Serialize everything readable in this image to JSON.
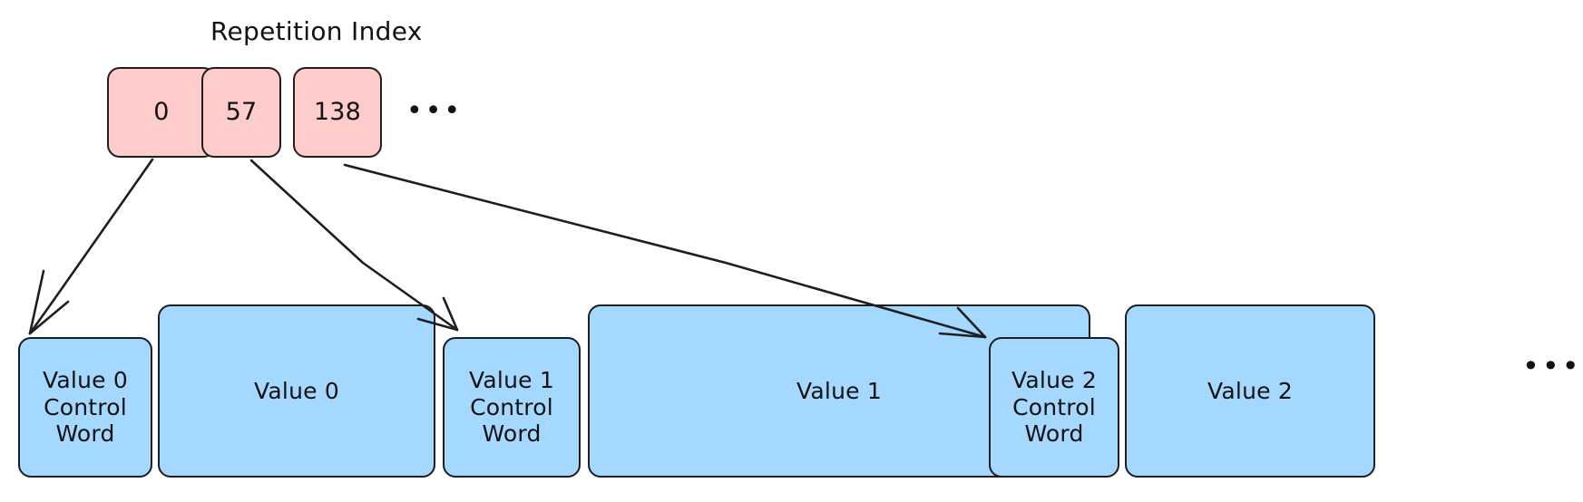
{
  "index_row": {
    "title": "Repetition Index",
    "items": [
      {
        "id": "idx-0",
        "label": "0"
      },
      {
        "id": "idx-57",
        "label": "57"
      },
      {
        "id": "idx-138",
        "label": "138"
      }
    ],
    "ellipsis": "•••"
  },
  "record_row": {
    "items": [
      {
        "id": "rec-cw0",
        "label": "Value 0\nControl\nWord"
      },
      {
        "id": "rec-v0",
        "label": "Value 0"
      },
      {
        "id": "rec-cw1",
        "label": "Value 1\nControl\nWord"
      },
      {
        "id": "rec-v1",
        "label": "Value 1"
      },
      {
        "id": "rec-cw2",
        "label": "Value 2\nControl\nWord"
      },
      {
        "id": "rec-v2",
        "label": "Value 2"
      }
    ],
    "ellipsis": "•••"
  },
  "connections": [
    {
      "from": "0",
      "to": "Value 0 Control Word"
    },
    {
      "from": "57",
      "to": "Value 1 Control Word"
    },
    {
      "from": "138",
      "to": "Value 2 Control Word"
    }
  ],
  "colors": {
    "index_fill": "#ffcccc",
    "record_fill": "#a5d8ff",
    "stroke": "#1e1e1e",
    "text": "#121212",
    "background": "#ffffff"
  }
}
